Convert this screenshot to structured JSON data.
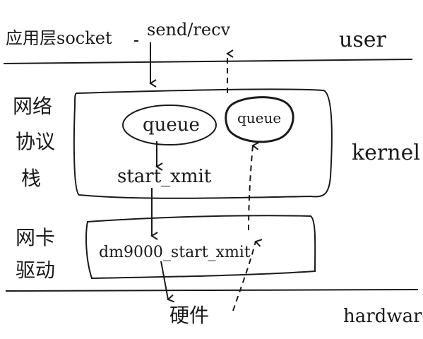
{
  "labels": {
    "app_socket": "应用层socket",
    "send_recv": "send/recv",
    "user": "user",
    "stack_line1": "网络",
    "stack_line2": "协议",
    "stack_line3": "栈",
    "queue_left": "queue",
    "queue_right": "queue",
    "start_xmit": "start_xmit",
    "kernel": "kernel",
    "driver_line1": "网卡",
    "driver_line2": "驱动",
    "dm_start_xmit": "dm9000_start_xmit",
    "hardware_cn": "硬件",
    "hardware": "hardware"
  },
  "colors": {
    "ink": "#1a1a1a",
    "background": "#ffffff"
  }
}
